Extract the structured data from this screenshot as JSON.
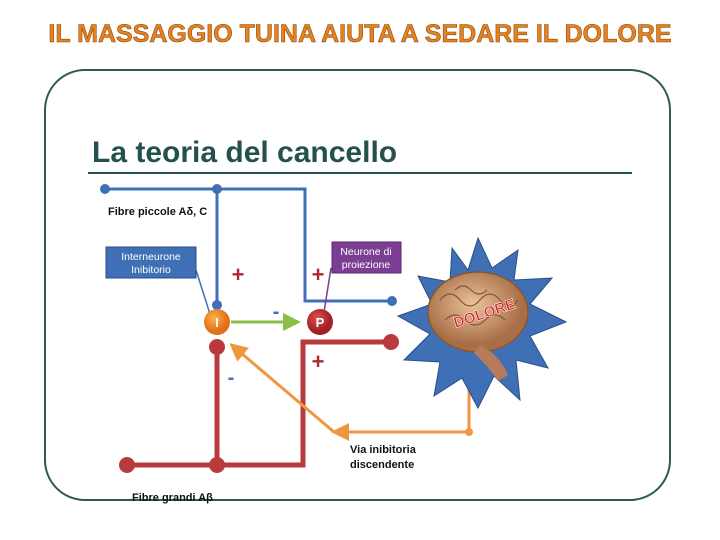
{
  "header": {
    "title": "IL MASSAGGIO TUINA AIUTA A SEDARE IL DOLORE"
  },
  "slide": {
    "title": "La teoria del cancello",
    "labels": {
      "small_fibers": "Fibre piccole Aδ, C",
      "large_fibers": "Fibre grandi Aβ",
      "interneuron_line1": "Interneurone",
      "interneuron_line2": "Inibitorio",
      "projection_line1": "Neurone di",
      "projection_line2": "proiezione",
      "descending_line1": "Via inibitoria",
      "descending_line2": "discendente",
      "pain": "DOLORE"
    },
    "nodes": {
      "inhibitory": "I",
      "projection": "P"
    },
    "signs": {
      "plus": "+",
      "minus": "-"
    }
  },
  "colors": {
    "title_orange": "#e8821e",
    "teal": "#24504f",
    "blue": "#3f6fb5",
    "red": "#b83a3d",
    "orange": "#f0963e",
    "green": "#8cbf4a",
    "purple": "#7b3e93"
  }
}
